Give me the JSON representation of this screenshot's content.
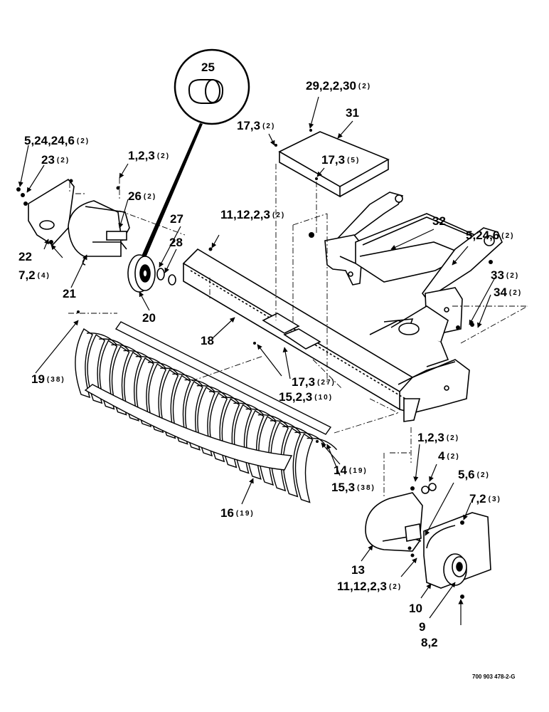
{
  "drawing_code": "700 903 478-2-G",
  "callouts": [
    {
      "id": "c25",
      "num": "25",
      "qty": ""
    },
    {
      "id": "c29",
      "num": "29,2,2,30",
      "qty": "(2)"
    },
    {
      "id": "c31",
      "num": "31",
      "qty": ""
    },
    {
      "id": "c17a",
      "num": "17,3",
      "qty": "(2)"
    },
    {
      "id": "c17b",
      "num": "17,3",
      "qty": "(5)"
    },
    {
      "id": "c5a",
      "num": "5,24,24,6",
      "qty": "(2)"
    },
    {
      "id": "c23",
      "num": "23",
      "qty": "(2)"
    },
    {
      "id": "c1a",
      "num": "1,2,3",
      "qty": "(2)"
    },
    {
      "id": "c26",
      "num": "26",
      "qty": "(2)"
    },
    {
      "id": "c11a",
      "num": "11,12,2,3",
      "qty": "(2)"
    },
    {
      "id": "c32",
      "num": "32",
      "qty": ""
    },
    {
      "id": "c5b",
      "num": "5,24,6",
      "qty": "(2)"
    },
    {
      "id": "c27",
      "num": "27",
      "qty": ""
    },
    {
      "id": "c28",
      "num": "28",
      "qty": ""
    },
    {
      "id": "c22",
      "num": "22",
      "qty": ""
    },
    {
      "id": "c7a",
      "num": "7,2",
      "qty": "(4)"
    },
    {
      "id": "c21",
      "num": "21",
      "qty": ""
    },
    {
      "id": "c33",
      "num": "33",
      "qty": "(2)"
    },
    {
      "id": "c34",
      "num": "34",
      "qty": "(2)"
    },
    {
      "id": "c20",
      "num": "20",
      "qty": ""
    },
    {
      "id": "c18",
      "num": "18",
      "qty": ""
    },
    {
      "id": "c19",
      "num": "19",
      "qty": "(38)"
    },
    {
      "id": "c17c",
      "num": "17,3",
      "qty": "(27)"
    },
    {
      "id": "c15a",
      "num": "15,2,3",
      "qty": "(10)"
    },
    {
      "id": "c1b",
      "num": "1,2,3",
      "qty": "(2)"
    },
    {
      "id": "c4",
      "num": "4",
      "qty": "(2)"
    },
    {
      "id": "c14",
      "num": "14",
      "qty": "(19)"
    },
    {
      "id": "c5c",
      "num": "5,6",
      "qty": "(2)"
    },
    {
      "id": "c15b",
      "num": "15,3",
      "qty": "(38)"
    },
    {
      "id": "c7b",
      "num": "7,2",
      "qty": "(3)"
    },
    {
      "id": "c16",
      "num": "16",
      "qty": "(19)"
    },
    {
      "id": "c13",
      "num": "13",
      "qty": ""
    },
    {
      "id": "c11b",
      "num": "11,12,2,3",
      "qty": "(2)"
    },
    {
      "id": "c10",
      "num": "10",
      "qty": ""
    },
    {
      "id": "c9",
      "num": "9",
      "qty": ""
    },
    {
      "id": "c8",
      "num": "8,2",
      "qty": ""
    }
  ]
}
